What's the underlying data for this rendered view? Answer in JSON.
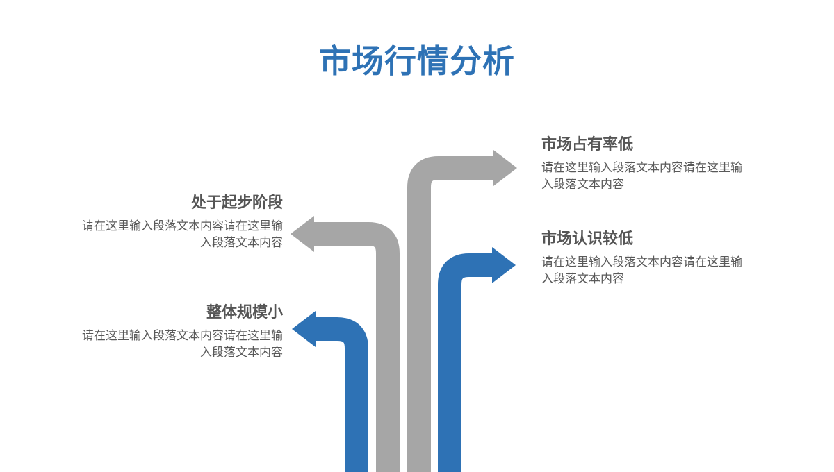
{
  "title": "市场行情分析",
  "colors": {
    "accent": "#2e72b5",
    "gray": "#a6a6a6",
    "heading": "#555555",
    "body": "#595959"
  },
  "items": [
    {
      "heading": "处于起步阶段",
      "text": "请在这里输入段落文本内容请在这里输入段落文本内容",
      "color": "gray"
    },
    {
      "heading": "整体规模小",
      "text": "请在这里输入段落文本内容请在这里输入段落文本内容",
      "color": "blue"
    },
    {
      "heading": "市场占有率低",
      "text": "请在这里输入段落文本内容请在这里输入段落文本内容",
      "color": "gray"
    },
    {
      "heading": "市场认识较低",
      "text": "请在这里输入段落文本内容请在这里输入段落文本内容",
      "color": "blue"
    }
  ]
}
